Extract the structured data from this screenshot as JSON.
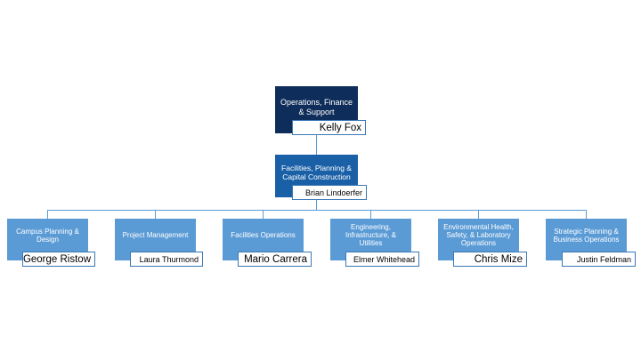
{
  "root": {
    "title": "Operations, Finance & Support",
    "name": "Kelly Fox"
  },
  "manager": {
    "title": "Facilities, Planning & Capital Construction",
    "name": "Brian Lindoerfer"
  },
  "units": [
    {
      "title": "Campus Planning & Design",
      "name": "George Ristow"
    },
    {
      "title": "Project Management",
      "name": "Laura Thurmond"
    },
    {
      "title": "Facilities Operations",
      "name": "Mario Carrera"
    },
    {
      "title": "Engineering, Infrastructure, & Utilities",
      "name": "Elmer Whitehead"
    },
    {
      "title": "Environmental Health, Safety, & Laboratory Operations",
      "name": "Chris Mize"
    },
    {
      "title": "Strategic Planning & Business Operations",
      "name": "Justin Feldman"
    }
  ],
  "colors": {
    "root_fill": "#0f2d5a",
    "manager_fill": "#1a60a6",
    "unit_fill": "#5b9bd5",
    "connector": "#5b9bd5"
  }
}
